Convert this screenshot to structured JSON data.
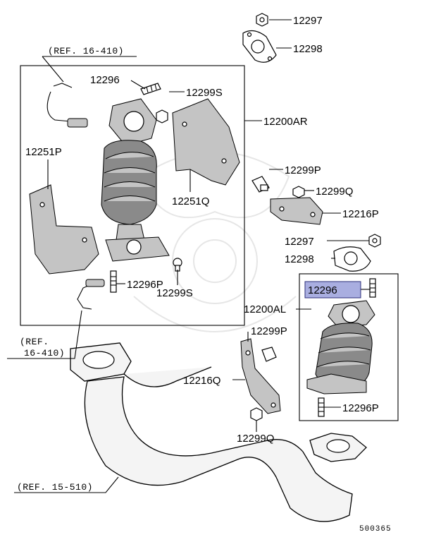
{
  "labels": {
    "ref_top": "(REF. 16-410)",
    "ref_mid_line1": "(REF.",
    "ref_mid_line2": "16-410)",
    "ref_bottom": "(REF. 15-510)",
    "p12297_top": "12297",
    "p12298_top": "12298",
    "p12296_top": "12296",
    "p12299S_top": "12299S",
    "p12200AR": "12200AR",
    "p12251P": "12251P",
    "p12251Q": "12251Q",
    "p12296P_left": "12296P",
    "p12299S_bottom": "12299S",
    "p12299P_right": "12299P",
    "p12299Q_right": "12299Q",
    "p12216P": "12216P",
    "p12297_mid": "12297",
    "p12298_mid": "12298",
    "p12296_highlight": "12296",
    "p12200AL": "12200AL",
    "p12299P_mid": "12299P",
    "p12216Q": "12216Q",
    "p12296P_right": "12296P",
    "p12299Q_bottom": "12299Q",
    "diagram_code": "500365"
  },
  "colors": {
    "highlight_fill": "#a9aee0",
    "highlight_stroke": "#2c2f7a"
  }
}
